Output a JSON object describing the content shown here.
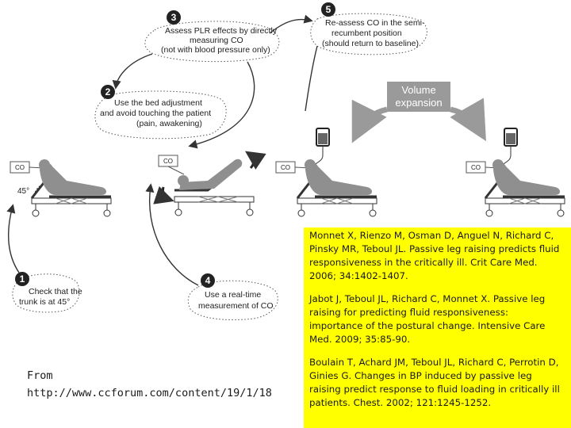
{
  "steps": [
    {
      "number": "1",
      "lines": [
        "Check that the",
        "trunk is at 45°"
      ]
    },
    {
      "number": "2",
      "lines": [
        "Use the bed adjustment",
        "and avoid touching the patient",
        "(pain, awakening)"
      ]
    },
    {
      "number": "3",
      "lines": [
        "Assess PLR effects by directly",
        "measuring CO",
        "(not with blood pressure only)"
      ]
    },
    {
      "number": "4",
      "lines": [
        "Use a real-time",
        "measurement of CO"
      ]
    },
    {
      "number": "5",
      "lines": [
        "Re-assess CO in the semi-",
        "recumbent position",
        "(should return to baseline)"
      ]
    }
  ],
  "volume_expansion": {
    "line1": "Volume",
    "line2": "expansion"
  },
  "monitor_label": "CO",
  "angle_label": "45°",
  "references": [
    "Monnet X, Rienzo M, Osman D, Anguel N, Richard C, Pinsky MR, Teboul JL. Passive leg raising predicts fluid responsiveness in the critically ill. Crit Care Med. 2006; 34:1402-1407.",
    "Jabot J, Teboul JL, Richard C, Monnet X. Passive leg raising for predicting fluid responsiveness: importance of the postural change. Intensive Care Med. 2009; 35:85-90.",
    "Boulain T, Achard JM, Teboul JL, Richard C, Perrotin D, Ginies G. Changes in BP induced by passive leg raising predict response to fluid loading in critically ill patients. Chest. 2002; 121:1245-1252."
  ],
  "source": {
    "line1": "From",
    "line2": "http://www.ccforum.com/content/19/1/18"
  },
  "colors": {
    "highlight": "#ffff00",
    "volume_box": "#9a9a9a",
    "patient": "#8f8f8f",
    "arrow": "#444444"
  }
}
